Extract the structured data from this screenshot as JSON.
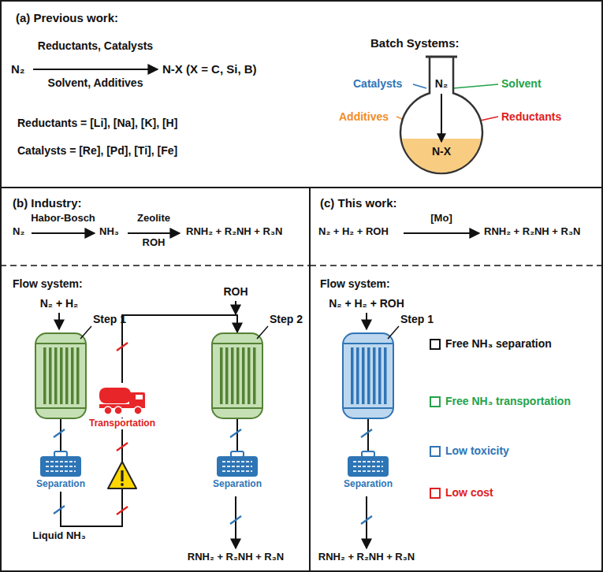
{
  "diagram": {
    "nodes": [
      {
        "text": [
          "(a) Previous work:"
        ]
      },
      {
        "text": [
          "N₂",
          "N-X"
        ],
        "in": 0
      },
      {
        "text": [
          "(b) Industry:"
        ]
      },
      {
        "text": [
          "Step 1"
        ],
        "in": 2
      },
      {
        "text": [
          "Separation"
        ],
        "in": 2
      },
      {
        "text": [
          "Step 2"
        ],
        "in": 2
      },
      {
        "text": [
          "Separation"
        ],
        "in": 2
      },
      {
        "text": [
          "(c) This work:"
        ]
      },
      {
        "text": [
          "Step 1"
        ],
        "in": 7
      },
      {
        "text": [
          "Separation"
        ],
        "in": 7
      }
    ],
    "edges": [
      {
        "from": 3,
        "to": 4,
        "arrow": "none"
      },
      {
        "from": 4,
        "to": 5,
        "label": "Liquid NH₃",
        "arrow": "to"
      },
      {
        "from": 5,
        "to": 6,
        "arrow": "none"
      },
      {
        "from": 8,
        "to": 9,
        "arrow": "none"
      }
    ],
    "labels": [
      "Reductants, Catalysts",
      "N₂",
      "N-X (X = C, Si, B)",
      "Solvent, Additives",
      "Reductants = [Li], [Na], [K], [H]",
      "Catalysts = [Re], [Pd], [Ti], [Fe]",
      "Batch Systems:",
      "Catalysts",
      "Solvent",
      "Additives",
      "Reductants",
      "N₂",
      "Habor-Bosch",
      "NH₃",
      "Zeolite",
      "ROH",
      "RNH₂ + R₂NH + R₃N",
      "Flow system:",
      "N₂ + H₂",
      "ROH",
      "Transportation",
      "RNH₂ + R₂NH + R₃N",
      "N₂ + H₂ + ROH",
      "[Mo]",
      "RNH₂ + R₂NH + R₃N",
      "Flow system:",
      "N₂ + H₂ + ROH",
      "RNH₂ + R₂NH + R₃N"
    ],
    "legend": [
      {
        "text": "Free NH₃ separation"
      },
      {
        "text": "Free NH₃ transportation"
      },
      {
        "text": "Low toxicity"
      },
      {
        "text": "Low cost"
      }
    ]
  }
}
